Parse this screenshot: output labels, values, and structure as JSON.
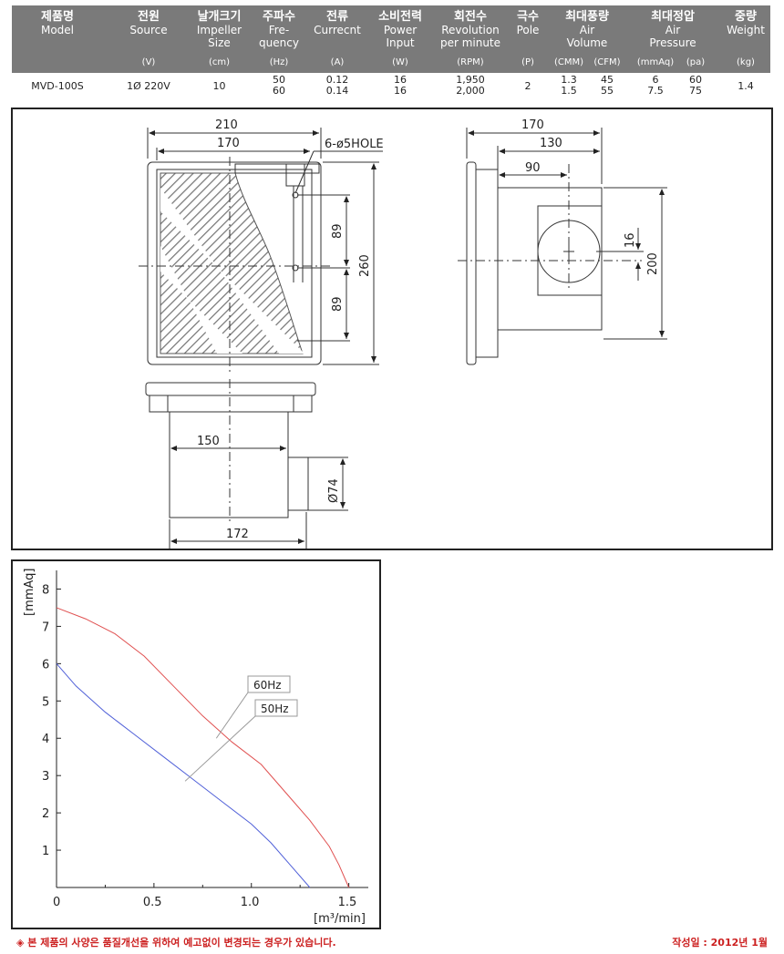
{
  "spec_table": {
    "columns": [
      {
        "ko": "제품명",
        "en": [
          "Model"
        ],
        "unit": ""
      },
      {
        "ko": "전원",
        "en": [
          "Source"
        ],
        "unit": "(V)"
      },
      {
        "ko": "날개크기",
        "en": [
          "Impeller",
          "Size"
        ],
        "unit": "(cm)"
      },
      {
        "ko": "주파수",
        "en": [
          "Fre-",
          "quency"
        ],
        "unit": "(Hz)"
      },
      {
        "ko": "전류",
        "en": [
          "Currecnt"
        ],
        "unit": "(A)"
      },
      {
        "ko": "소비전력",
        "en": [
          "Power",
          "Input"
        ],
        "unit": "(W)"
      },
      {
        "ko": "회전수",
        "en": [
          "Revolution",
          "per minute"
        ],
        "unit": "(RPM)"
      },
      {
        "ko": "극수",
        "en": [
          "Pole"
        ],
        "unit": "(P)"
      },
      {
        "ko": "최대풍량",
        "en": [
          "Air",
          "Volume"
        ],
        "unit": [
          "(CMM)",
          "(CFM)"
        ]
      },
      {
        "ko": "최대정압",
        "en": [
          "Air",
          "Pressure"
        ],
        "unit": [
          "(mmAq)",
          "(pa)"
        ]
      },
      {
        "ko": "중량",
        "en": [
          "Weight"
        ],
        "unit": "(kg)"
      }
    ],
    "row": {
      "model": "MVD-100S",
      "source": "1Ø 220V",
      "size": "10",
      "frequency": [
        "50",
        "60"
      ],
      "current": [
        "0.12",
        "0.14"
      ],
      "power": [
        "16",
        "16"
      ],
      "rpm": [
        "1,950",
        "2,000"
      ],
      "pole": "2",
      "air_volume_cmm": [
        "1.3",
        "1.5"
      ],
      "air_volume_cfm": [
        "45",
        "55"
      ],
      "pressure_mmaq": [
        "6",
        "7.5"
      ],
      "pressure_pa": [
        "60",
        "75"
      ],
      "weight": "1.4"
    }
  },
  "drawing": {
    "front": {
      "width": "210",
      "inner_width": "170",
      "hole_note": "6-ø5HOLE",
      "spacing_1": "89",
      "spacing_2": "89",
      "height": "260"
    },
    "side": {
      "width": "170",
      "inner": "130",
      "offset": "90",
      "center_offset": "16",
      "height": "200"
    },
    "bottom": {
      "width_top": "150",
      "width_bottom": "172",
      "duct_diameter": "Ø74"
    }
  },
  "chart_data": {
    "type": "line",
    "xlabel": "[m³/min]",
    "ylabel": "[mmAq]",
    "xlim": [
      0,
      1.6
    ],
    "ylim": [
      0,
      8.5
    ],
    "x_ticks": [
      "0",
      "0.5",
      "1.0",
      "1.5"
    ],
    "y_ticks": [
      "1",
      "2",
      "3",
      "4",
      "5",
      "6",
      "7",
      "8"
    ],
    "series": [
      {
        "name": "60Hz",
        "color": "#e05050",
        "x": [
          0,
          0.15,
          0.3,
          0.45,
          0.6,
          0.75,
          0.9,
          1.05,
          1.2,
          1.3,
          1.4,
          1.45,
          1.5
        ],
        "y": [
          7.5,
          7.2,
          6.8,
          6.2,
          5.4,
          4.6,
          3.9,
          3.3,
          2.4,
          1.8,
          1.1,
          0.6,
          0.0
        ]
      },
      {
        "name": "50Hz",
        "color": "#5060d8",
        "x": [
          0,
          0.1,
          0.25,
          0.4,
          0.55,
          0.7,
          0.85,
          1.0,
          1.1,
          1.2,
          1.3
        ],
        "y": [
          6.0,
          5.4,
          4.7,
          4.1,
          3.5,
          2.9,
          2.3,
          1.7,
          1.2,
          0.6,
          0.0
        ]
      }
    ],
    "legend": [
      "60Hz",
      "50Hz"
    ]
  },
  "footer": {
    "notice": "◈ 본 제품의 사양은 품질개선을 위하여 예고없이 변경되는 경우가 있습니다.",
    "date": "작성일 : 2012년 1월"
  },
  "colors": {
    "header_bg": "#7a7a7a",
    "footer_red": "#cc2020",
    "line_60hz": "#e05050",
    "line_50hz": "#5060d8"
  }
}
